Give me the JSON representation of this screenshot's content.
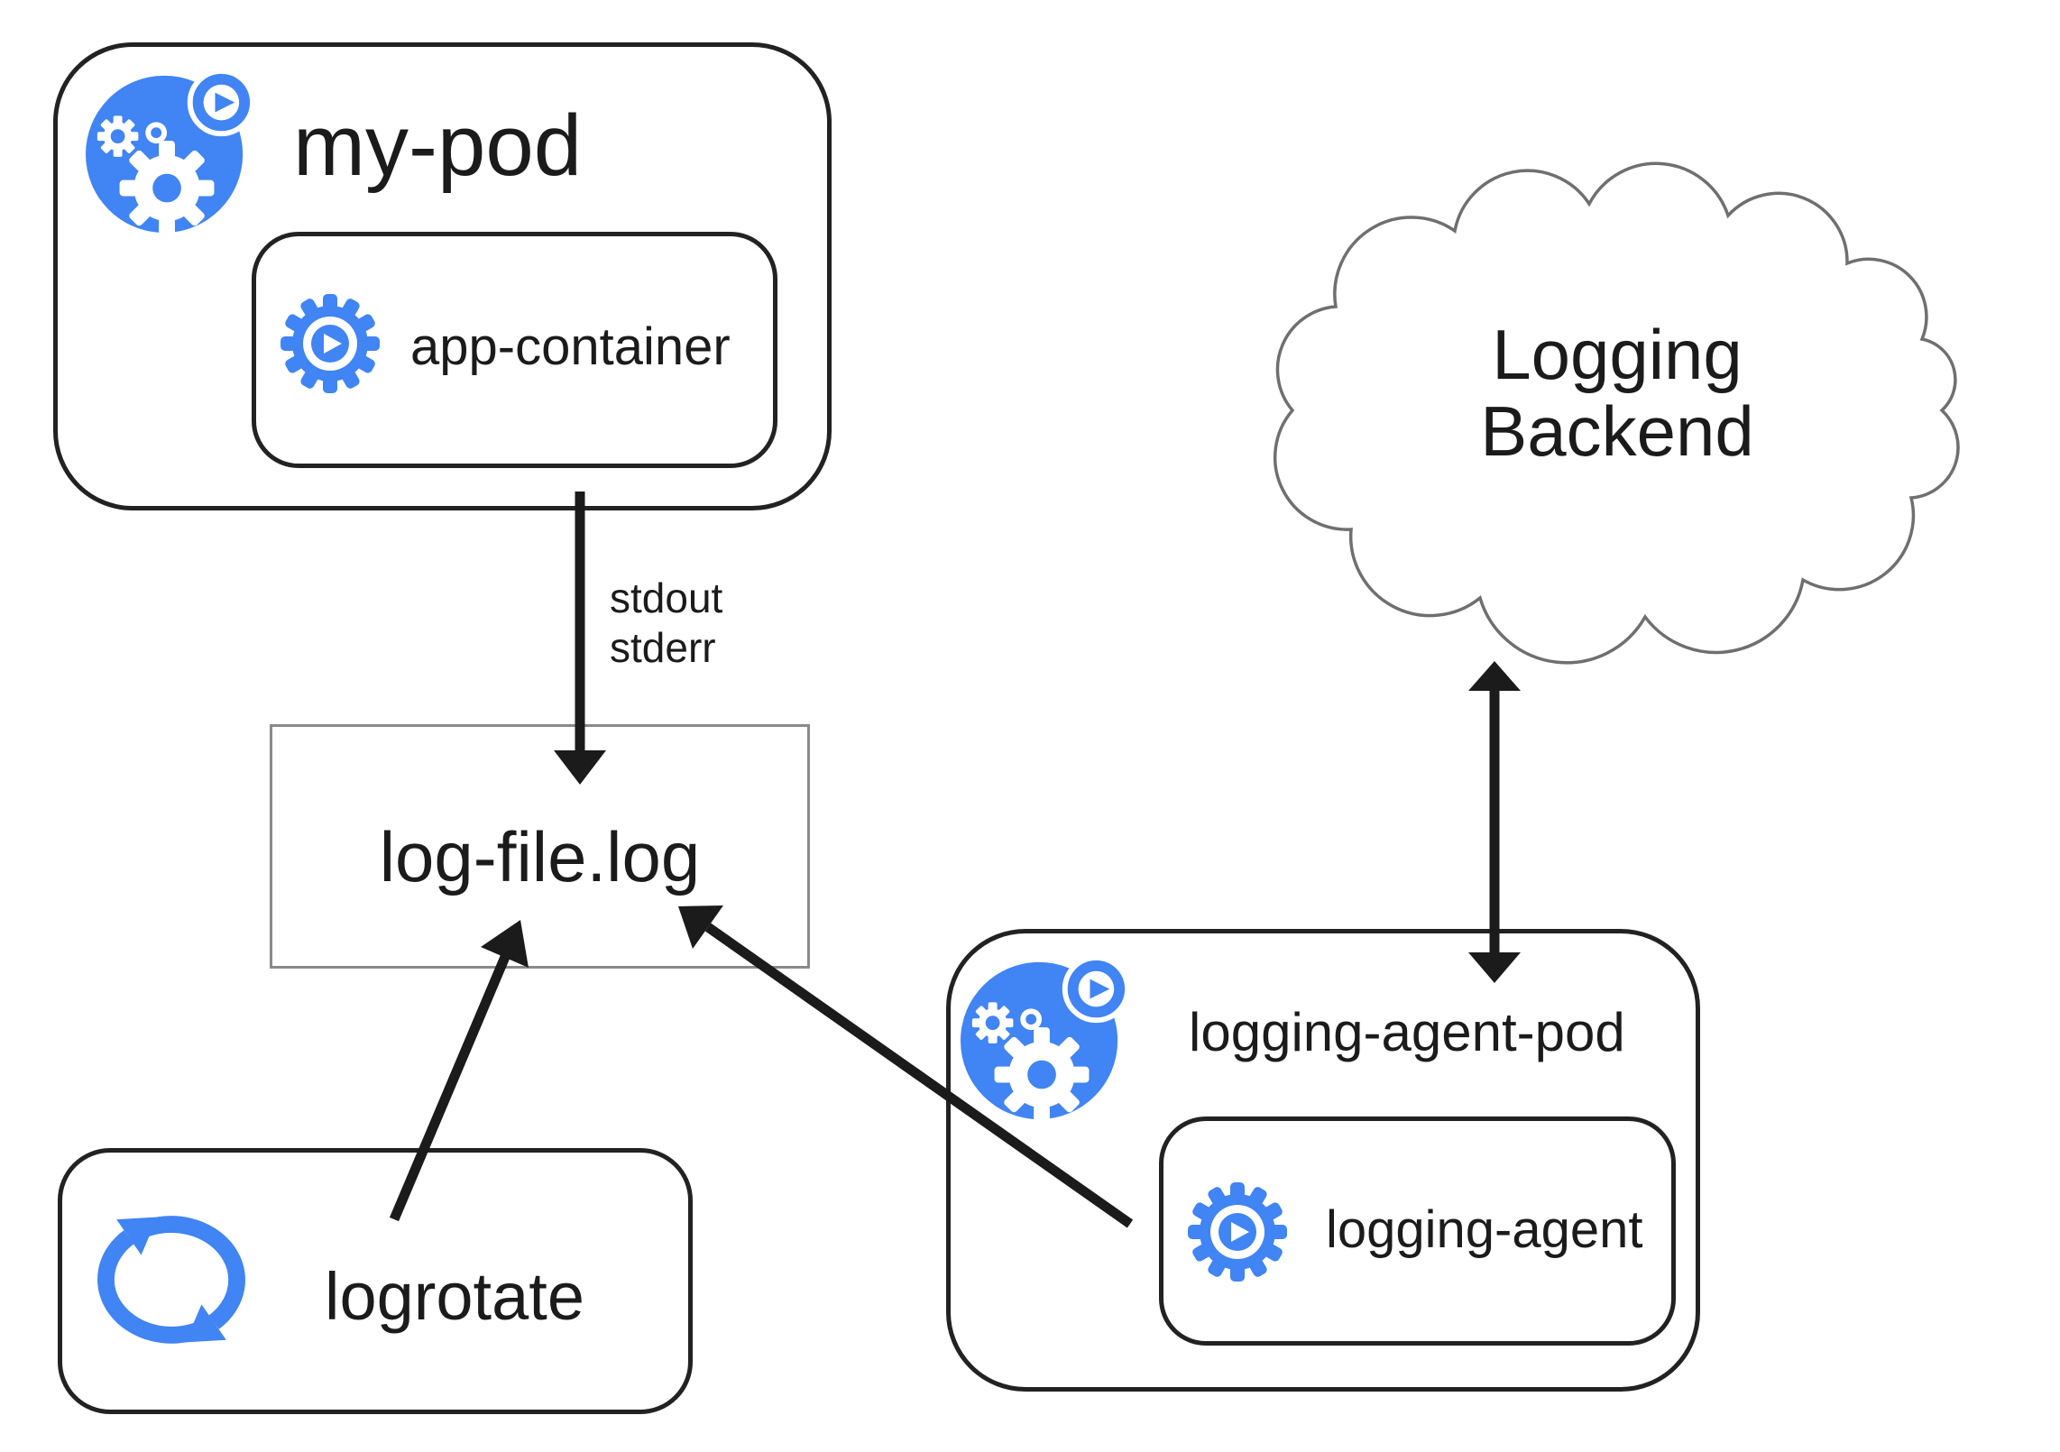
{
  "colors": {
    "icon_blue": "#4184F3",
    "line_black": "#1b1b1b",
    "border_dark": "#222222",
    "border_gray": "#8a8a8a",
    "cloud_stroke": "#6f6f6f",
    "text_color": "#1b1b1b"
  },
  "nodes": {
    "my_pod": "my-pod",
    "app_container": "app-container",
    "log_file": "log-file.log",
    "logrotate": "logrotate",
    "logging_agent_pod": "logging-agent-pod",
    "logging_agent": "logging-agent",
    "backend_line1": "Logging",
    "backend_line2": "Backend"
  },
  "edge_labels": {
    "stdout": "stdout",
    "stderr": "stderr"
  },
  "edges": [
    {
      "from": "app-container",
      "to": "log-file.log",
      "label": "stdout stderr",
      "direction": "one-way-down"
    },
    {
      "from": "logrotate",
      "to": "log-file.log",
      "label": "",
      "direction": "one-way"
    },
    {
      "from": "logging-agent",
      "to": "log-file.log",
      "label": "",
      "direction": "one-way"
    },
    {
      "from": "logging-agent-pod",
      "to": "Logging Backend",
      "label": "",
      "direction": "two-way"
    }
  ],
  "icons": {
    "pod": "kubernetes-pod-icon",
    "container": "container-gear-play-icon",
    "logrotate": "cycle-arrows-icon",
    "backend": "cloud-shape"
  }
}
